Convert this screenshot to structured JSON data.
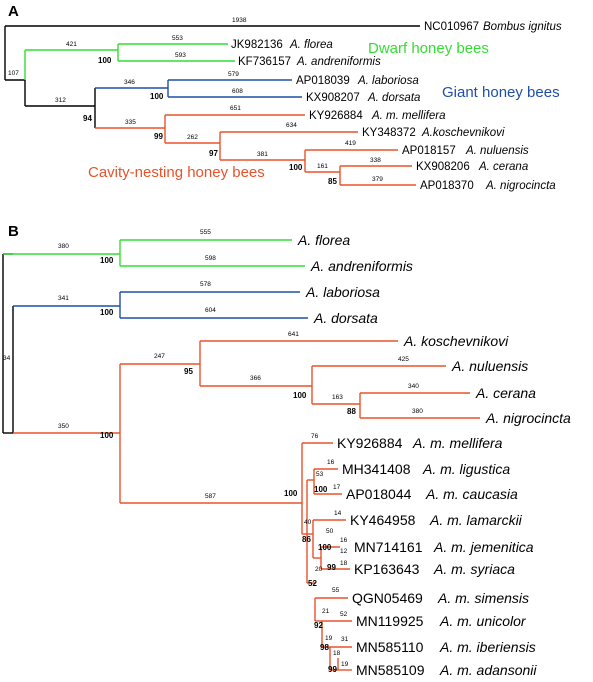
{
  "panel_a": {
    "label": "A",
    "groups": {
      "dwarf": {
        "text": "Dwarf honey bees",
        "color": "#33dd33"
      },
      "giant": {
        "text": "Giant honey bees",
        "color": "#1f4fa8"
      },
      "cavity": {
        "text": "Cavity-nesting honey bees",
        "color": "#e8532a"
      }
    },
    "tips": [
      {
        "accession": "NC010967",
        "species": "Bombus ignitus"
      },
      {
        "accession": "JK982136",
        "species": "A. florea"
      },
      {
        "accession": "KF736157",
        "species": "A. andreniformis"
      },
      {
        "accession": "AP018039",
        "species": "A. laboriosa"
      },
      {
        "accession": "KX908207",
        "species": "A. dorsata"
      },
      {
        "accession": "KY926884",
        "species": "A. m. mellifera"
      },
      {
        "accession": "KY348372",
        "species": "A.koschevnikovi"
      },
      {
        "accession": "AP018157",
        "species": "A. nuluensis"
      },
      {
        "accession": "KX908206",
        "species": "A. cerana"
      },
      {
        "accession": "AP018370",
        "species": "A. nigrocincta"
      }
    ],
    "branch_lengths": {
      "bombus": "1938",
      "root_apis": "107",
      "dwarf_stem": "421",
      "florea": "553",
      "andreniformis": "593",
      "giant_cavity_stem": "312",
      "giant_stem": "346",
      "laboriosa": "579",
      "dorsata": "608",
      "cavity_stem": "335",
      "mellifera": "651",
      "east_stem": "262",
      "koschevnikovi": "634",
      "nuluensis_stem": "381",
      "nuluensis": "419",
      "cerana_stem": "161",
      "cerana": "338",
      "nigrocincta": "379"
    },
    "bootstrap": {
      "dwarf": "100",
      "giant": "100",
      "giant_cavity": "94",
      "cavity": "99",
      "east": "97",
      "nuluensis_clade": "100",
      "cerana_clade": "85"
    }
  },
  "panel_b": {
    "label": "B",
    "tips": [
      {
        "accession": "",
        "species": "A. florea"
      },
      {
        "accession": "",
        "species": "A. andreniformis"
      },
      {
        "accession": "",
        "species": "A. laboriosa"
      },
      {
        "accession": "",
        "species": "A. dorsata"
      },
      {
        "accession": "",
        "species": "A. koschevnikovi"
      },
      {
        "accession": "",
        "species": "A. nuluensis"
      },
      {
        "accession": "",
        "species": "A. cerana"
      },
      {
        "accession": "",
        "species": "A. nigrocincta"
      },
      {
        "accession": "KY926884",
        "species": "A. m. mellifera"
      },
      {
        "accession": "MH341408",
        "species": "A. m. ligustica"
      },
      {
        "accession": "AP018044",
        "species": "A. m. caucasia"
      },
      {
        "accession": "KY464958",
        "species": "A. m. lamarckii"
      },
      {
        "accession": "MN714161",
        "species": "A. m. jemenitica"
      },
      {
        "accession": "KP163643",
        "species": "A. m. syriaca"
      },
      {
        "accession": "QGN05469",
        "species": "A. m. simensis"
      },
      {
        "accession": "MN119925",
        "species": "A. m. unicolor"
      },
      {
        "accession": "MN585110",
        "species": "A. m. iberiensis"
      },
      {
        "accession": "MN585109",
        "species": "A. m. adansonii"
      }
    ],
    "branch_lengths": {
      "dwarf_stem": "380",
      "florea": "555",
      "andreniformis": "598",
      "giant_stem": "341",
      "laboriosa": "578",
      "dorsata": "604",
      "root": "34",
      "cavity_stem": "350",
      "east_stem": "247",
      "koschevnikovi": "641",
      "nuluensis_stem": "366",
      "nuluensis": "425",
      "cerana_stem": "163",
      "cerana": "340",
      "nigrocincta": "380",
      "mellifera_stem": "587",
      "mellifera": "76",
      "ligustica": "16",
      "lig_cau_stem": "53",
      "caucasia": "17",
      "lamarckii_stem": "40",
      "lamarckii": "14",
      "jem_syr_stem": "50",
      "jemenitica": "16",
      "syriaca": "18",
      "jem_mid": "12",
      "african_stem": "20",
      "simensis": "55",
      "rest_stem": "21",
      "unicolor": "52",
      "iber_stem": "19",
      "iberiensis": "31",
      "ad_stem": "18",
      "adansonii": "19"
    },
    "bootstrap": {
      "cavity": "100",
      "east": "95",
      "nuluensis_clade": "100",
      "cerana_clade": "88",
      "mellifera_clade": "100",
      "lig_cau": "100",
      "lamarckii_clade": "86",
      "jem_syr": "100",
      "jem_syr_inner": "99",
      "african": "52",
      "rest": "92",
      "iber": "98",
      "ad": "99",
      "dwarf": "100",
      "giant": "100"
    }
  }
}
